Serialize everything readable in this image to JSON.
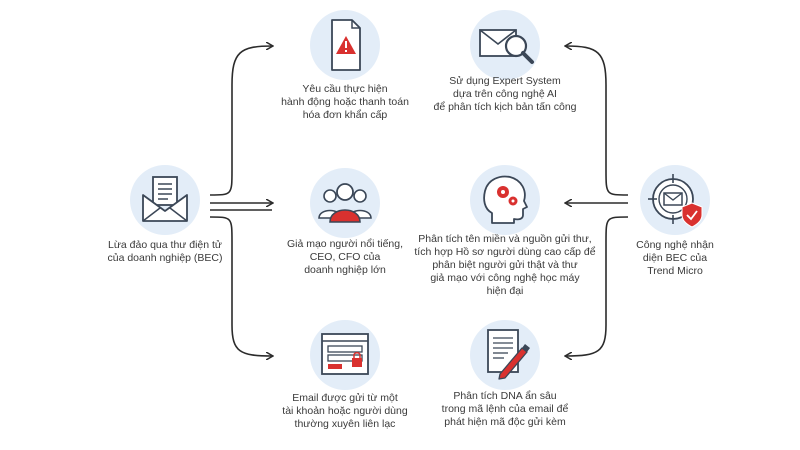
{
  "center_left": {
    "icon": "email-document-icon",
    "lines": [
      "Lừa đảo qua thư điện tử",
      "của doanh nghiệp (BEC)"
    ]
  },
  "left_branches": [
    {
      "icon": "warning-document-icon",
      "lines": [
        "Yêu cầu thực hiện",
        "hành động hoặc thanh toán",
        "hóa đơn khẩn cấp"
      ]
    },
    {
      "icon": "people-group-icon",
      "lines": [
        "Giả mạo người nổi tiếng,",
        "CEO, CFO của",
        "doanh nghiệp lớn"
      ]
    },
    {
      "icon": "browser-window-icon",
      "lines": [
        "Email được gửi từ một",
        "tài khoản hoặc người dùng",
        "thường xuyên liên lạc"
      ]
    }
  ],
  "center_right": {
    "icon": "target-shield-email-icon",
    "lines": [
      "Công nghệ nhận",
      "diện BEC của",
      "Trend Micro"
    ]
  },
  "right_branches": [
    {
      "icon": "email-magnifier-icon",
      "lines": [
        "Sử dụng Expert System",
        "dựa trên công nghệ AI",
        "để phân tích kịch bản tấn công"
      ]
    },
    {
      "icon": "head-gears-icon",
      "lines": [
        "Phân tích tên miền và nguồn gửi thư,",
        "tích hợp Hồ sơ người dùng cao cấp để",
        "phân biệt người gửi thật và thư",
        "giả mạo với công nghệ học máy",
        "hiện đại"
      ]
    },
    {
      "icon": "document-pen-icon",
      "lines": [
        "Phân tích DNA ẩn sâu",
        "trong mã lệnh của email để",
        "phát hiện mã độc gửi kèm"
      ]
    }
  ],
  "colors": {
    "icon_bg": "#e3edf8",
    "line": "#2b2b2b",
    "accent_red": "#d9312f",
    "icon_outline": "#3b4757"
  }
}
